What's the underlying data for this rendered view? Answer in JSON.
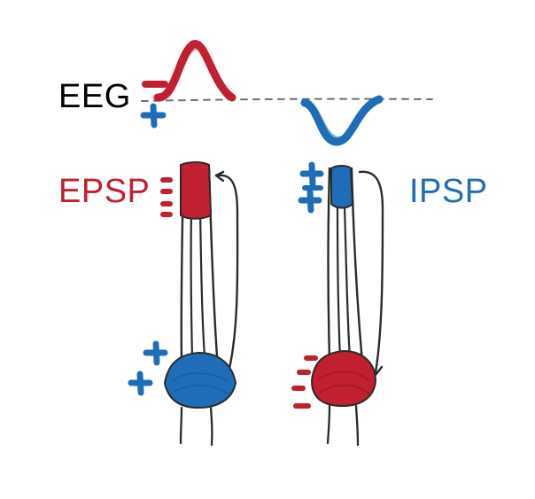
{
  "labels": {
    "eeg": "EEG",
    "epsp": "EPSP",
    "ipsp": "IPSP"
  },
  "colors": {
    "text": "#000000",
    "excitatory_red": "#c0202f",
    "inhibitory_blue": "#1f6db8",
    "outline": "#2b2b2b",
    "baseline": "#707070"
  }
}
